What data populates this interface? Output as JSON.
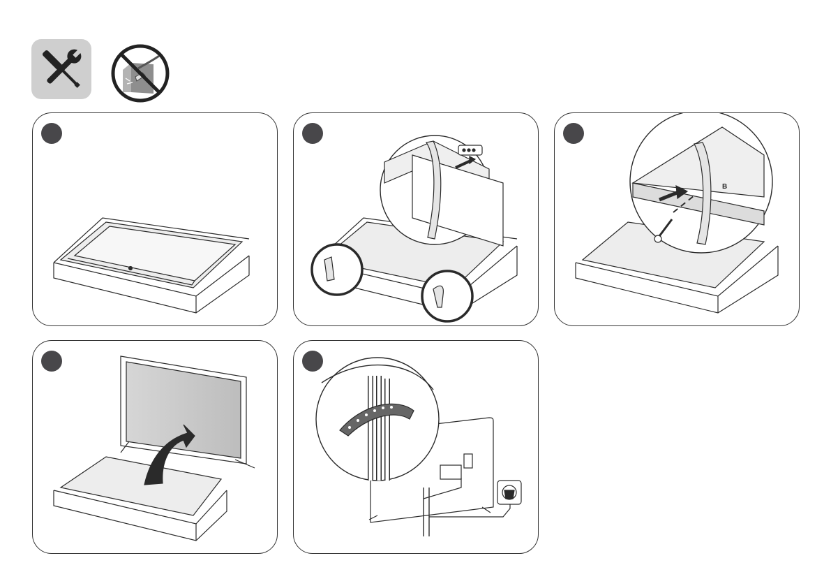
{
  "icons": {
    "tools": "screwdriver-wrench-icon",
    "no_touch": "no-touch-screen-icon"
  },
  "steps": [
    {
      "number": "",
      "illustration": "tv-in-box"
    },
    {
      "number": "",
      "illustration": "attach-stand-legs"
    },
    {
      "number": "",
      "illustration": "screw-stand-legs",
      "label": "B"
    },
    {
      "number": "",
      "illustration": "lift-tv-out"
    },
    {
      "number": "",
      "illustration": "cable-management"
    }
  ],
  "labels": {
    "leg_label": "B"
  },
  "colors": {
    "badge": "#48474a",
    "icon_bg": "#cfcfcf",
    "line": "#2a2a2a",
    "screen_gray": "#b8b8b8"
  }
}
